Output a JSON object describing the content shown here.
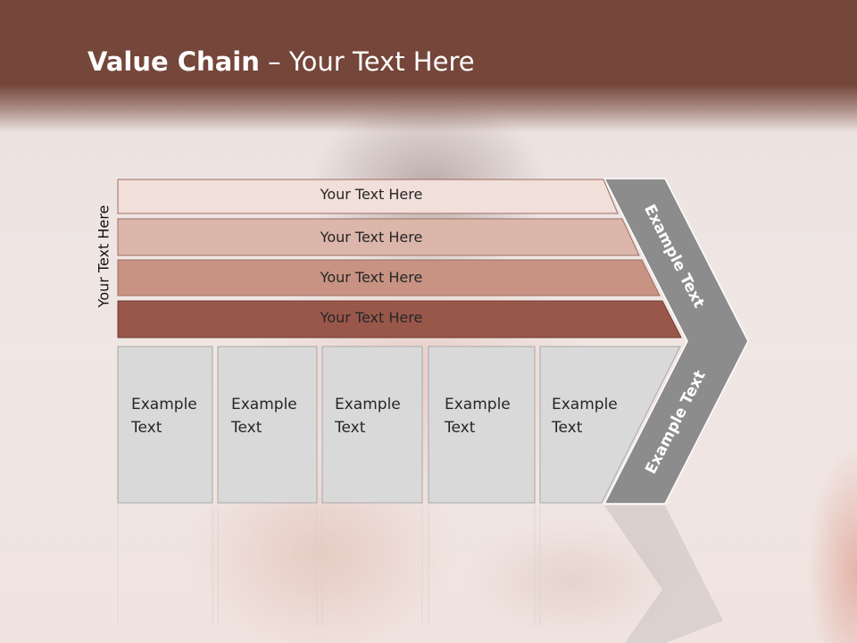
{
  "title": {
    "bold": "Value Chain",
    "rest": " – Your Text Here"
  },
  "side_label": "Your Text Here",
  "bars": [
    {
      "label": "Your Text Here",
      "color": "#f1dfd9"
    },
    {
      "label": "Your Text Here",
      "color": "#dcb6aa"
    },
    {
      "label": "Your Text Here",
      "color": "#c89383"
    },
    {
      "label": "Your Text Here",
      "color": "#99574a"
    }
  ],
  "cells": [
    {
      "line1": "Example",
      "line2": "Text"
    },
    {
      "line1": "Example",
      "line2": "Text"
    },
    {
      "line1": "Example",
      "line2": "Text"
    },
    {
      "line1": "Example",
      "line2": "Text"
    },
    {
      "line1": "Example",
      "line2": "Text"
    }
  ],
  "chevron": {
    "upper": "Example Text",
    "lower": "Example Text",
    "color": "#8c8c8c"
  },
  "colors": {
    "title_bar": "#75463a",
    "cell_fill": "#d9d9d9"
  }
}
